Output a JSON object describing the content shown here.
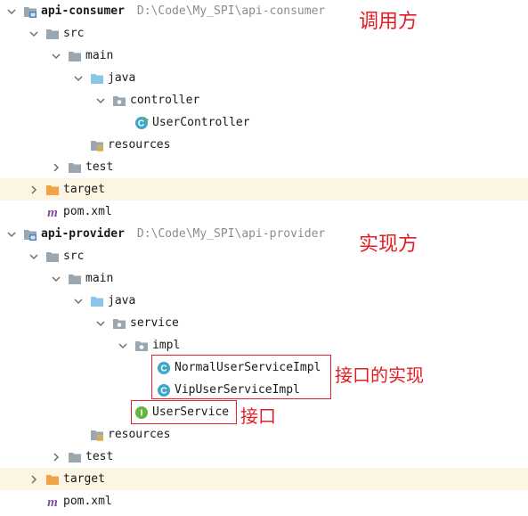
{
  "modules": [
    {
      "name": "api-consumer",
      "path": "D:\\Code\\My_SPI\\api-consumer",
      "annotation": "调用方",
      "items": {
        "src": "src",
        "main": "main",
        "java": "java",
        "package": "controller",
        "classes": [
          "UserController"
        ],
        "resources": "resources",
        "test": "test",
        "target": "target",
        "pom": "pom.xml"
      }
    },
    {
      "name": "api-provider",
      "path": "D:\\Code\\My_SPI\\api-provider",
      "annotation": "实现方",
      "items": {
        "src": "src",
        "main": "main",
        "java": "java",
        "package": "service",
        "subpackage": "impl",
        "impl_classes": [
          "NormalUserServiceImpl",
          "VipUserServiceImpl"
        ],
        "interface": "UserService",
        "resources": "resources",
        "test": "test",
        "target": "target",
        "pom": "pom.xml"
      }
    }
  ],
  "annotations": {
    "impl_note": "接口的实现",
    "interface_note": "接口"
  },
  "colors": {
    "annotation_red": "#e51c23",
    "folder_gray": "#9aa7b0",
    "source_root_blue": "#87c6e8",
    "target_orange": "#f0a34a",
    "class_cyan": "#3fa7c9",
    "interface_green": "#62b543",
    "maven_purple": "#7f4ea3"
  }
}
